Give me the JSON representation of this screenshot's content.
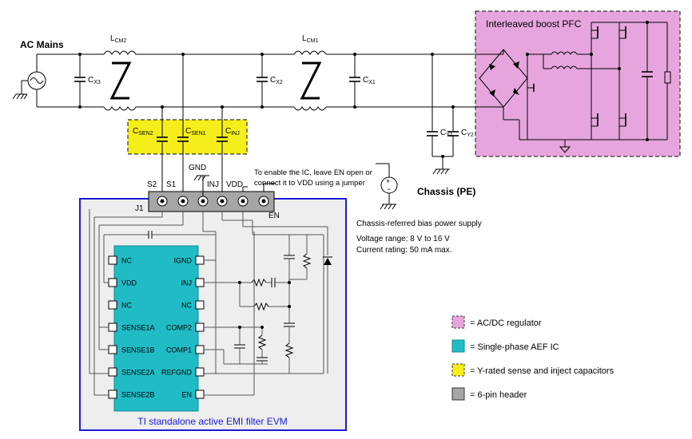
{
  "labels": {
    "ac_mains": "AC Mains",
    "lcm2": "L",
    "lcm2_sub": "CM2",
    "lcm1": "L",
    "lcm1_sub": "CM1",
    "cx3": "C",
    "cx3_sub": "X3",
    "cx2": "C",
    "cx2_sub": "X2",
    "cx1": "C",
    "cx1_sub": "X1",
    "cy1": "C",
    "cy1_sub": "Y1",
    "cy2": "C",
    "cy2_sub": "Y2",
    "csen2": "C",
    "csen2_sub": "SEN2",
    "csen1": "C",
    "csen1_sub": "SEN1",
    "cinj": "C",
    "cinj_sub": "INJ",
    "pfc_title": "Interleaved boost PFC",
    "chassis": "Chassis (PE)",
    "gnd": "GND",
    "j1": "J1",
    "en_note_line1": "To enable the IC, leave EN open or",
    "en_note_line2": "connect it to VDD using a jumper",
    "bias_title": "Chassis-referred bias power supply",
    "bias_voltage": "Voltage range: 8 V to 16 V",
    "bias_current": "Current rating: 50 mA max.",
    "evm_title": "TI standalone active EMI filter EVM"
  },
  "header_pins": [
    "S2",
    "S1",
    "INJ",
    "VDD",
    "EN"
  ],
  "ic_left_pins": [
    "NC",
    "VDD",
    "NC",
    "SENSE1A",
    "SENSE1B",
    "SENSE2A",
    "SENSE2B"
  ],
  "ic_right_pins": [
    "IGND",
    "INJ",
    "NC",
    "COMP2",
    "COMP1",
    "REFGND",
    "EN"
  ],
  "legend": [
    {
      "label": "= AC/DC regulator",
      "color": "#e6a6dd",
      "dashed": true
    },
    {
      "label": "= Single-phase AEF IC",
      "color": "#1fbcc6",
      "dashed": false
    },
    {
      "label": "= Y-rated sense and inject capacitors",
      "color": "#f6ee1a",
      "dashed": true
    },
    {
      "label": "= 6-pin header",
      "color": "#a6a6a6",
      "dashed": false
    }
  ],
  "colors": {
    "pfc_fill": "#e6a6dd",
    "ic_fill": "#1fbcc6",
    "cap_box_fill": "#f6ee1a",
    "header_fill": "#a6a6a6",
    "evm_border": "#1a1ad6",
    "evm_fill": "#eeeeee"
  }
}
